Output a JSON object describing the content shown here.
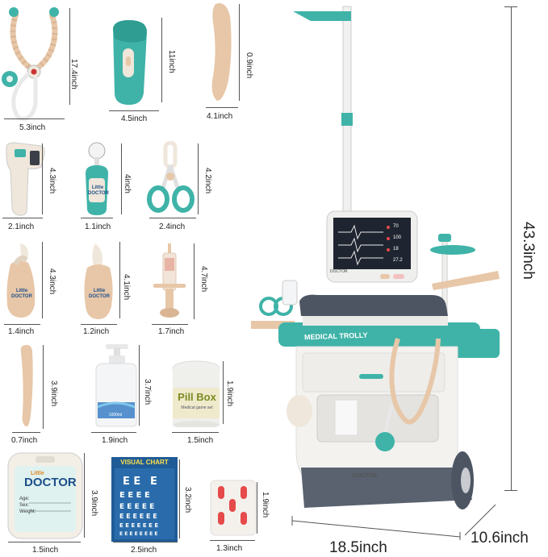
{
  "items": [
    {
      "name": "stethoscope",
      "w": "5.3inch",
      "h": "17.4inch"
    },
    {
      "name": "otoscope",
      "w": "4.5inch",
      "h": "11inch"
    },
    {
      "name": "tongue-depressor",
      "w": "4.1inch",
      "h": "0.9inch"
    },
    {
      "name": "thermometer-gun",
      "w": "2.1inch",
      "h": "4.3inch"
    },
    {
      "name": "mirror-tool",
      "w": "1.1inch",
      "h": "4inch"
    },
    {
      "name": "scissors",
      "w": "2.4inch",
      "h": "4.2inch"
    },
    {
      "name": "bulb-a",
      "w": "1.4inch",
      "h": "4.3inch"
    },
    {
      "name": "bulb-b",
      "w": "1.2inch",
      "h": "4.1inch"
    },
    {
      "name": "syringe",
      "w": "1.7inch",
      "h": "4.7inch"
    },
    {
      "name": "spatula",
      "w": "0.7inch",
      "h": "3.9inch"
    },
    {
      "name": "lotion-bottle",
      "w": "1.9inch",
      "h": "3.7inch"
    },
    {
      "name": "pill-box",
      "w": "1.5inch",
      "h": "1.9inch"
    },
    {
      "name": "clipboard",
      "w": "1.5inch",
      "h": "3.9inch"
    },
    {
      "name": "eye-chart",
      "w": "2.5inch",
      "h": "3.2inch"
    },
    {
      "name": "pill-card",
      "w": "1.3inch",
      "h": "1.9inch"
    }
  ],
  "trolley": {
    "width": "18.5inch",
    "depth": "10.6inch",
    "height": "43.3inch"
  },
  "labels": {
    "little_doctor_1": "Little DOCTOR",
    "little_doctor_2": "Little DOCTOR",
    "pill_box": "Pill Box",
    "pill_box_sub": "Medical game set",
    "lotion": "1000ml",
    "clipboard_title": "DOCTOR",
    "clipboard_little": "Little",
    "clipboard_age": "Age:",
    "clipboard_sex": "Sex:",
    "clipboard_weight": "Weight:",
    "visual_chart": "VISUAL CHART",
    "medical_trolly": "MEDICAL TROLLY",
    "trolley_doctor": "DOCTOR",
    "monitor_brand": "DOCTOR",
    "monitor_v1": "70",
    "monitor_v2": "100",
    "monitor_v3": "18",
    "monitor_v4": "27.2"
  },
  "colors": {
    "teal": "#3fb3a8",
    "cream": "#efe7db",
    "beige": "#e7c7a8",
    "navy": "#1f4f8a",
    "grey": "#5a6270"
  }
}
